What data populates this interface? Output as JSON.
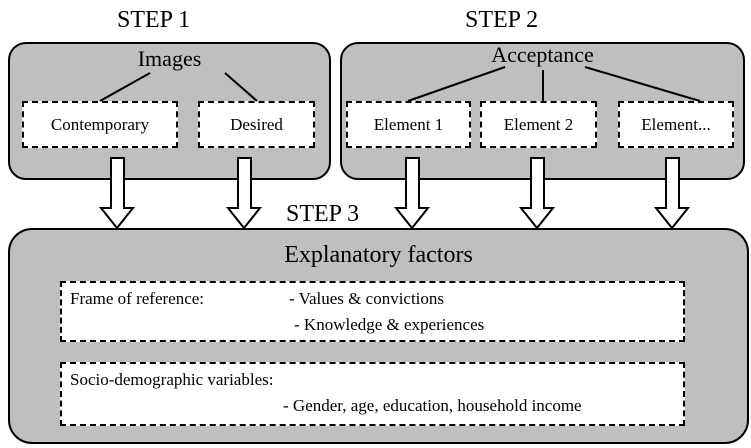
{
  "steps": {
    "step1": "STEP 1",
    "step2": "STEP 2",
    "step3": "STEP 3"
  },
  "step1_panel": {
    "title": "Images",
    "children": [
      "Contemporary",
      "Desired"
    ]
  },
  "step2_panel": {
    "title": "Acceptance",
    "children": [
      "Element 1",
      "Element 2",
      "Element..."
    ]
  },
  "step3_panel": {
    "title": "Explanatory factors",
    "frame_box": {
      "label": "Frame of reference:",
      "items": [
        "- Values & convictions",
        "- Knowledge & experiences"
      ]
    },
    "socio_box": {
      "label": "Socio-demographic variables:",
      "items": [
        "- Gender, age, education, household income"
      ]
    }
  },
  "colors": {
    "panel_fill": "#bfbfbf",
    "box_fill": "#ffffff",
    "stroke": "#000000"
  }
}
